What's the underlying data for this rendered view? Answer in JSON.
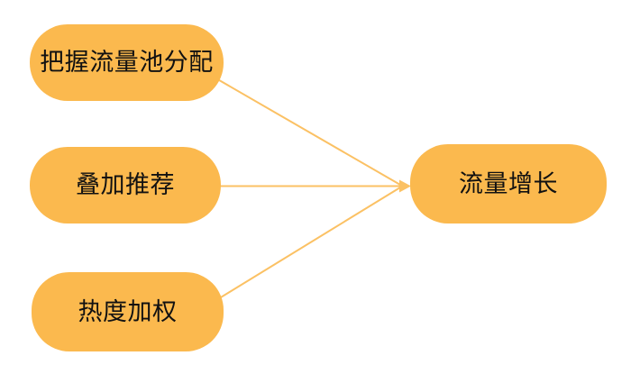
{
  "diagram": {
    "type": "mindmap-convergence",
    "colors": {
      "background": "#ffffff",
      "node-fill": "#FBB94E",
      "connector": "#FBC164",
      "text": "#111111"
    },
    "nodes": [
      {
        "id": "source-1",
        "label": "把握流量池分配",
        "role": "source"
      },
      {
        "id": "source-2",
        "label": "叠加推荐",
        "role": "source"
      },
      {
        "id": "source-3",
        "label": "热度加权",
        "role": "source"
      },
      {
        "id": "target",
        "label": "流量增长",
        "role": "target"
      }
    ],
    "edges": [
      {
        "from": "source-1",
        "to": "target"
      },
      {
        "from": "source-2",
        "to": "target"
      },
      {
        "from": "source-3",
        "to": "target"
      }
    ]
  }
}
